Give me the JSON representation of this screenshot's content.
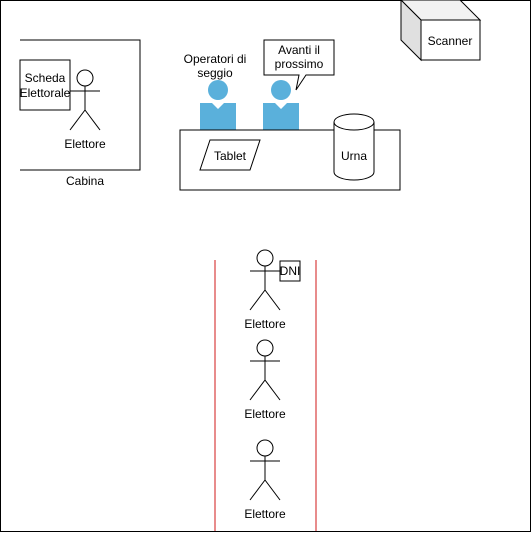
{
  "diagram": {
    "booth": {
      "label": "Cabina",
      "ballot_label": [
        "Scheda",
        "Elettorale"
      ],
      "voter_label": "Elettore"
    },
    "operators": {
      "label": [
        "Operatori di",
        "seggio"
      ],
      "speech": [
        "Avanti il",
        "prossimo"
      ]
    },
    "table": {
      "tablet_label": "Tablet",
      "urn_label": "Urna"
    },
    "scanner": {
      "label": "Scanner"
    },
    "queue": {
      "id_card_label": "DNI",
      "voters": [
        "Elettore",
        "Elettore",
        "Elettore"
      ]
    },
    "colors": {
      "stroke": "#000000",
      "operator_fill": "#5ab0db",
      "lane_line": "#e06666"
    }
  }
}
